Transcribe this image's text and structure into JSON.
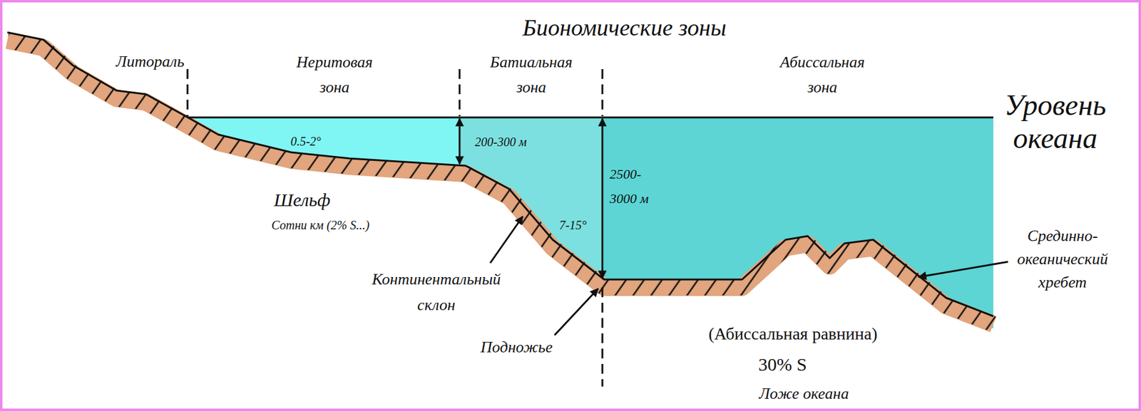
{
  "diagram": {
    "title": "Биономические зоны",
    "labels": [
      "Литораль",
      "Неритовая зона",
      "Батиальная зона",
      "Абиссальная зона",
      "Уровень океана",
      "0.5-2°",
      "200-300 м",
      "2500- 3000 м",
      "Шельф",
      "Сотни км (2% S...)",
      "7-15°",
      "Срединно-океанический хребет",
      "Континентальный склон",
      "(Абиссальная равнина)",
      "30% S",
      "Подножье",
      "Ложе океана"
    ]
  }
}
